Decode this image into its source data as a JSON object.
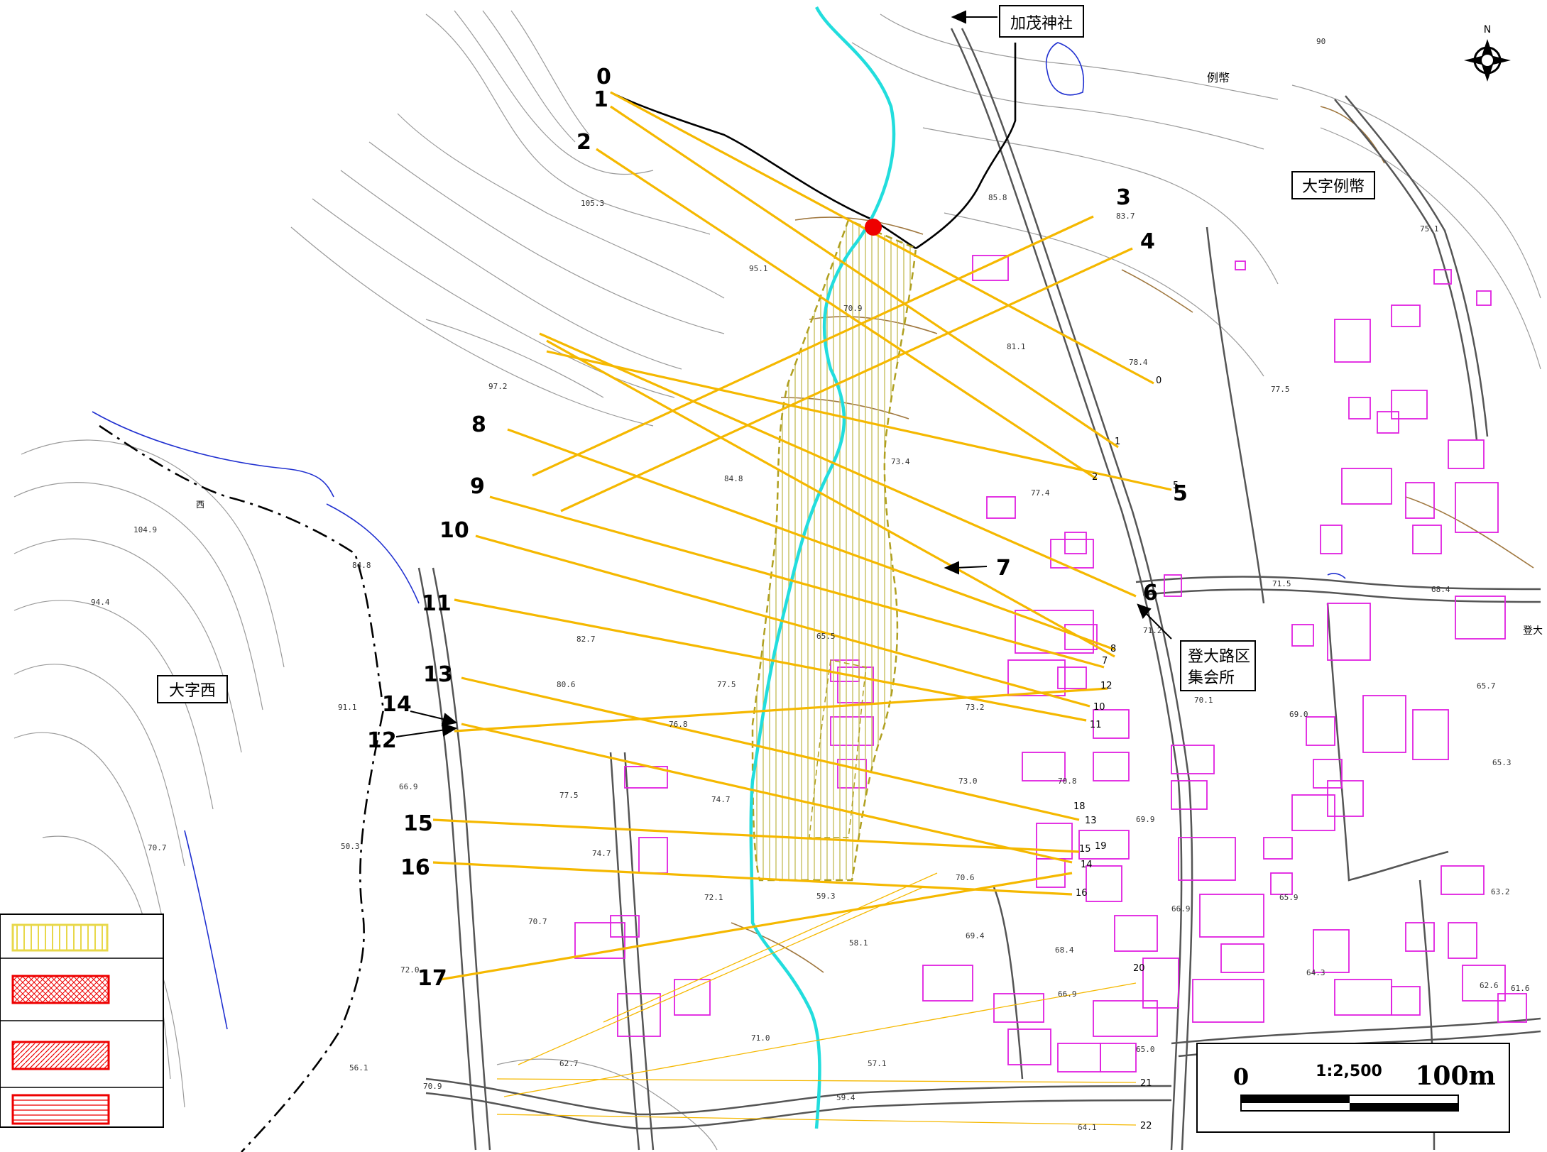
{
  "places": {
    "kamo_shrine": "加茂神社",
    "oaza_reihei": "大字例幣",
    "oaza_nishi": "大字西",
    "meeting_hall_line1": "登大路区",
    "meeting_hall_line2": "集会所",
    "reihei_small": "例幣",
    "nishi_small": "西",
    "to_edge": "登大"
  },
  "compass": {
    "north": "N"
  },
  "scale": {
    "zero": "0",
    "ratio": "1:2,500",
    "distance": "100m"
  },
  "section_labels": [
    "0",
    "1",
    "2",
    "3",
    "4",
    "5",
    "6",
    "7",
    "8",
    "9",
    "10",
    "11",
    "12",
    "13",
    "14",
    "15",
    "16",
    "17"
  ],
  "right_end_labels": [
    "0",
    "1",
    "2",
    "5",
    "7",
    "8",
    "12",
    "10",
    "11",
    "18",
    "13",
    "19",
    "15",
    "14",
    "16",
    "20",
    "21",
    "22"
  ],
  "elevations": [
    "105.3",
    "95.1",
    "70.9",
    "97.2",
    "85.8",
    "83.7",
    "75.1",
    "81.1",
    "78.4",
    "77.5",
    "73.4",
    "84.8",
    "77.4",
    "104.9",
    "94.4",
    "91.1",
    "84.8",
    "82.7",
    "80.6",
    "77.5",
    "73.2",
    "71.2",
    "76.8",
    "65.5",
    "66.9",
    "77.5",
    "74.7",
    "74.7",
    "73.0",
    "70.8",
    "69.9",
    "70.7",
    "50.3",
    "70.7",
    "72.1",
    "59.3",
    "70.6",
    "69.4",
    "68.4",
    "66.9",
    "58.1",
    "71.0",
    "57.1",
    "62.7",
    "56.1",
    "70.9",
    "72.0",
    "70.1",
    "69.0",
    "65.7",
    "65.3",
    "71.5",
    "68.4",
    "66.9",
    "65.9",
    "64.3",
    "63.2",
    "62.6",
    "61.6",
    "65.0",
    "59.4",
    "64.1",
    "90"
  ],
  "legend": {
    "items": [
      "",
      "",
      "",
      ""
    ]
  },
  "colors": {
    "stream": "#22dddd",
    "section_line": "#f5b800",
    "hatch": "#c8c060",
    "boundary_dash": "#b0a020",
    "building": "#e020e0",
    "contour": "#9a9a9a",
    "contour_brown": "#a07840",
    "road": "#555555",
    "water_blue": "#2030d0",
    "marker": "#ee0000",
    "legend_red": "#ee0000"
  }
}
